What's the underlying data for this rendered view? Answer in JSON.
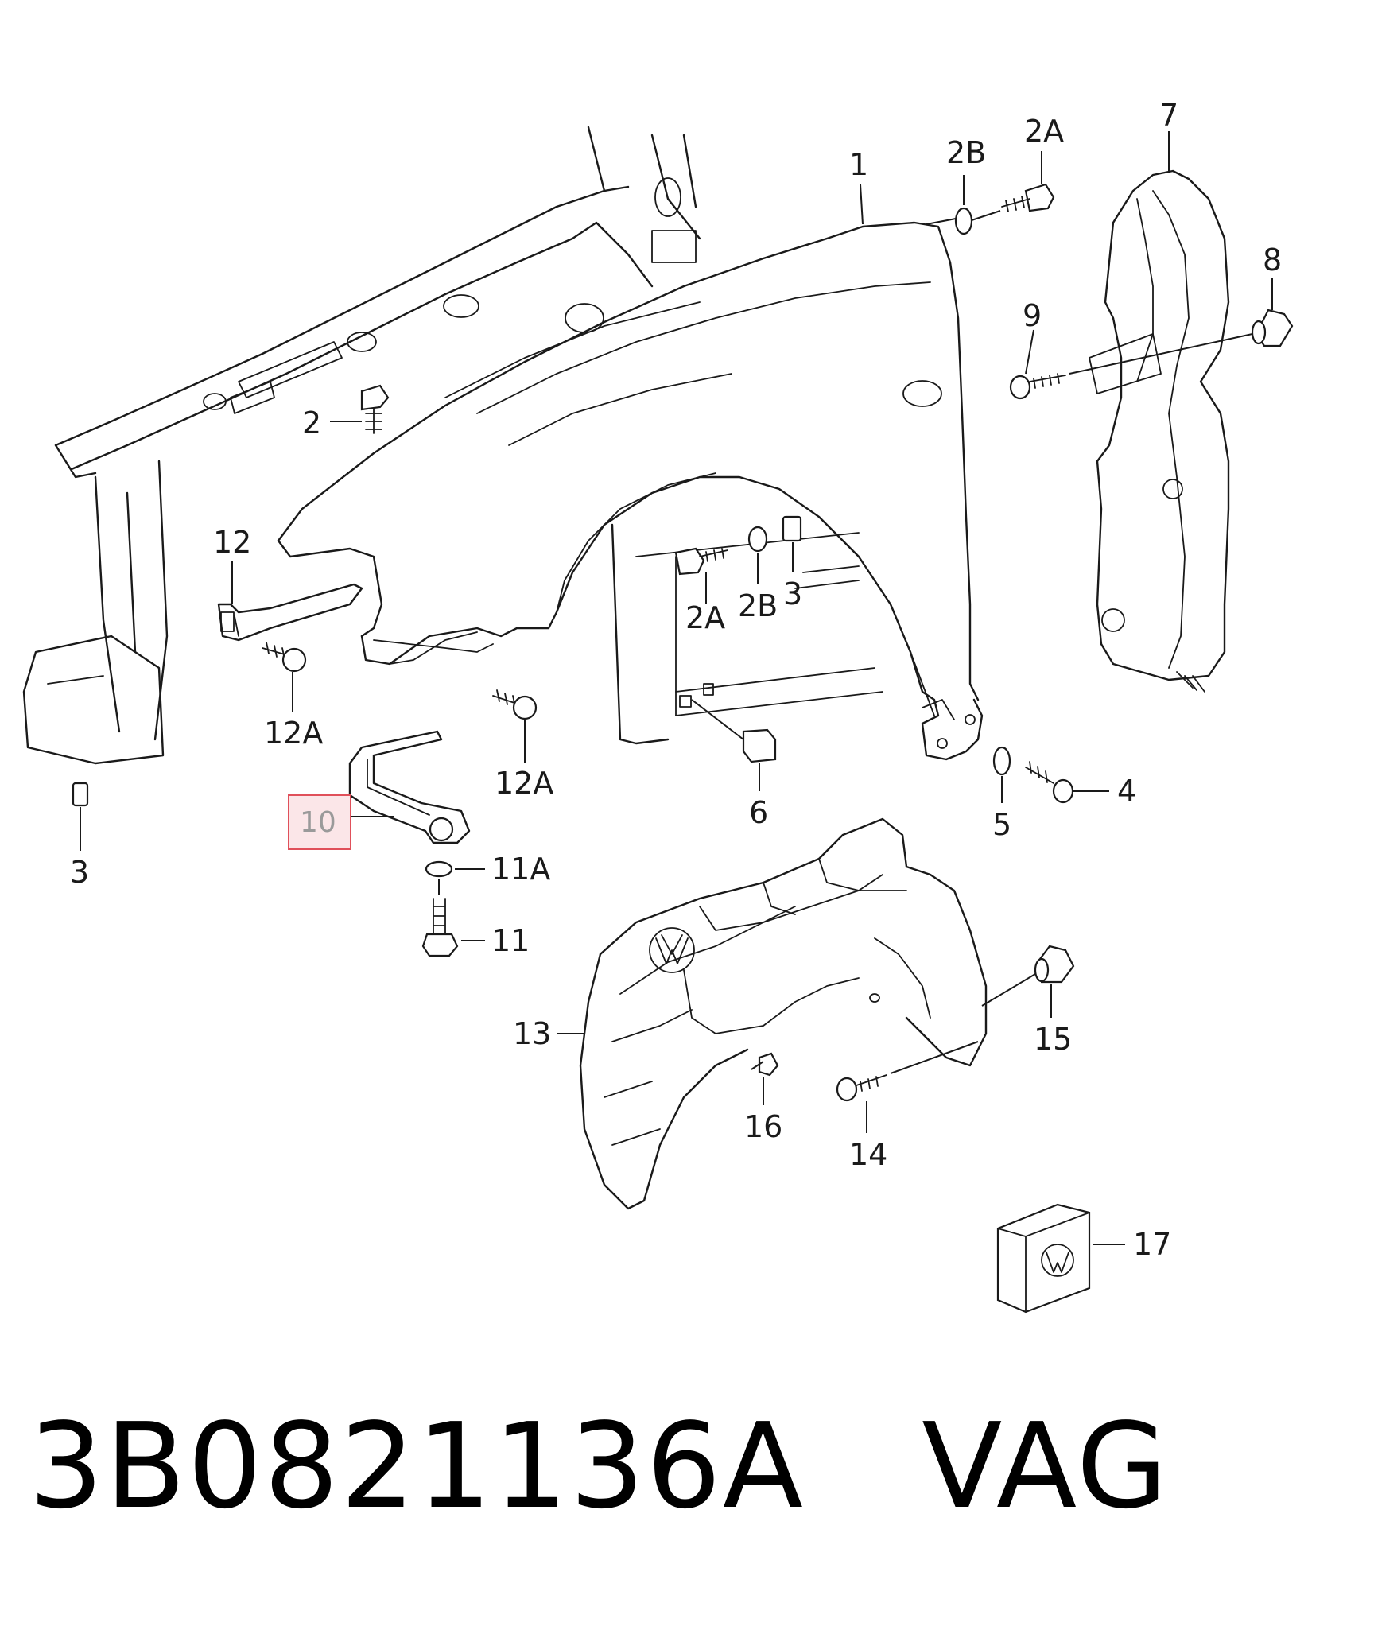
{
  "part_number_caption": "3B0821136A   VAG",
  "highlight_color": "#e0505a",
  "callouts": {
    "c1": "1",
    "c2": "2",
    "c2A_top": "2A",
    "c2B_top": "2B",
    "c2A_mid": "2A",
    "c2B_mid": "2B",
    "c3_mid": "3",
    "c3_left": "3",
    "c4": "4",
    "c5": "5",
    "c6": "6",
    "c7": "7",
    "c8": "8",
    "c9": "9",
    "c10": "10",
    "c11": "11",
    "c11A": "11A",
    "c12": "12",
    "c12A_left": "12A",
    "c12A_right": "12A",
    "c13": "13",
    "c14": "14",
    "c15": "15",
    "c16": "16",
    "c17": "17"
  },
  "icons": {
    "logo": "vw-logo-icon"
  }
}
